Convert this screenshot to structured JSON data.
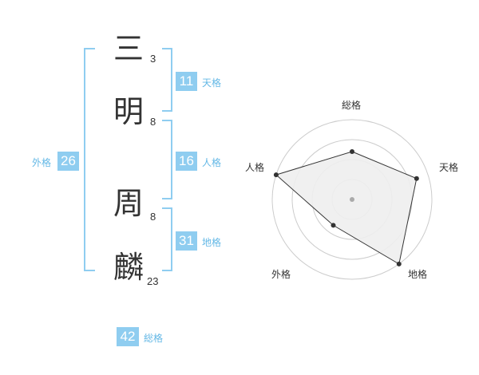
{
  "name": {
    "chars": [
      "三",
      "明",
      "周",
      "麟"
    ],
    "strokes": [
      "3",
      "8",
      "8",
      "23"
    ]
  },
  "fortunes": {
    "tenkaku": {
      "value": "11",
      "label": "天格"
    },
    "jinkaku": {
      "value": "16",
      "label": "人格"
    },
    "chikaku": {
      "value": "31",
      "label": "地格"
    },
    "gaikaku": {
      "value": "26",
      "label": "外格"
    },
    "soukaku": {
      "value": "42",
      "label": "総格"
    }
  },
  "radar": {
    "labels": [
      "総格",
      "天格",
      "地格",
      "外格",
      "人格"
    ],
    "values": [
      0.6,
      0.85,
      1.0,
      0.4,
      1.0
    ],
    "max": 1.0,
    "rings": 4,
    "colors": {
      "fill": "#eeeeee",
      "line": "#333333",
      "ring": "#cccccc",
      "center": "#aaaaaa"
    }
  },
  "colors": {
    "accent": "#8fcdf0",
    "accent_text": "#64b8e6"
  }
}
